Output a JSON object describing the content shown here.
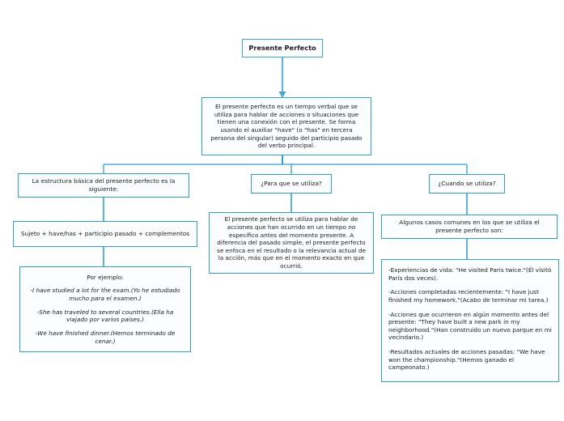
{
  "diagram": {
    "type": "mind-map",
    "title": "Presente Perfecto",
    "accent_color": "#2ba1e0",
    "node_fill": "#fcfdfe",
    "background": "#ffffff"
  },
  "root": {
    "label": "Presente Perfecto"
  },
  "definition": {
    "text": "El presente perfecto es un tiempo verbal que se utiliza para hablar de acciones o situaciones que tienen una conexión con el presente. Se forma usando el auxiliar \"have\" (o \"has\" en tercera persona del singular) seguido del participio pasado del verbo principal."
  },
  "branches": [
    {
      "id": "estructura",
      "header": "La estructura básica del presente perfecto es la siguiente:",
      "formula": "Sujeto + have/has + participio pasado + complementos",
      "examples_title": "Por ejemplo:",
      "examples": [
        "-I have studied a lot for the exam.(Yo he estudiado mucho para el examen.)",
        "-She has traveled to several countries.(Ella ha viajado por varios países.)",
        "-We have finished dinner.(Hemos terminado de cenar.)"
      ]
    },
    {
      "id": "para-que",
      "header": "¿Para que se utiliza?",
      "body": "El presente perfecto se utiliza para hablar de acciones que han ocurrido en un tiempo no específico antes del momento presente. A diferencia del pasado simple, el presente perfecto se enfoca en el resultado o la relevancia actual de la acción, más que en el momento exacto en que ocurrió."
    },
    {
      "id": "cuando",
      "header": "¿Cuando se utiliza?",
      "intro": "Algunos casos comunes en los que se utiliza el presente perfecto son:",
      "cases": [
        "-Experiencias de vida: \"He visited Paris twice.\"(Él visitó París dos veces).",
        "-Acciones completadas recientemente: \"I have just finished my homework.\"(Acabo de terminar mi tarea.)",
        "-Acciones que ocurrieron en algún momento antes del presente: \"They have built a new park in my neighborhood.\"(Han construido un nuevo parque en mi vecindario.)",
        "-Resultados actuales de acciones pasadas: \"We have won the championship.\"(Hemos ganado el campeonato.)"
      ]
    }
  ]
}
